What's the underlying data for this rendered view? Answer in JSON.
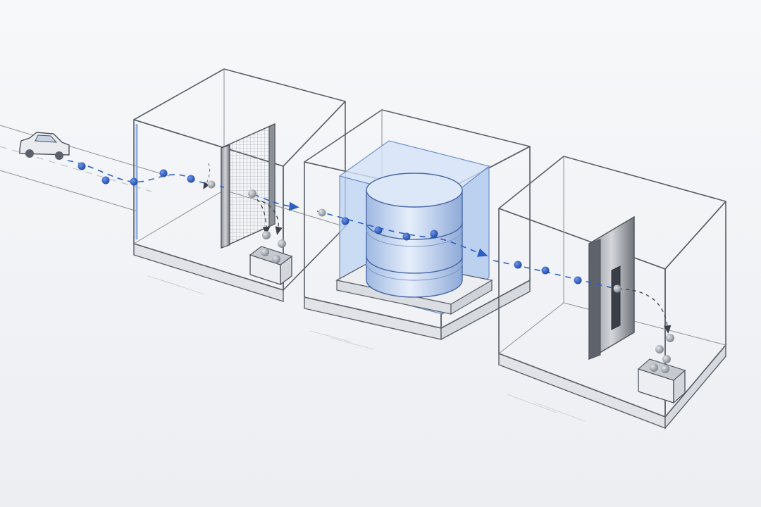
{
  "colors": {
    "paper": "#f7f8fa",
    "glass": "#eef2f8",
    "glass_blue": "#cfe0f7",
    "ink": "#5b606a",
    "accent": "#2c5fc4",
    "particle_blue": "#2453b8",
    "particle_grey": "#9aa0aa"
  },
  "icons": {
    "vehicle": "car-icon",
    "filter": "mesh-screen-icon",
    "storage": "database-cylinder-icon",
    "gate": "slot-gate-icon",
    "bin": "collection-bin-icon"
  },
  "flow": {
    "stages": [
      "filter-chamber",
      "storage-chamber",
      "gate-chamber"
    ],
    "rejected_outputs": 2
  }
}
